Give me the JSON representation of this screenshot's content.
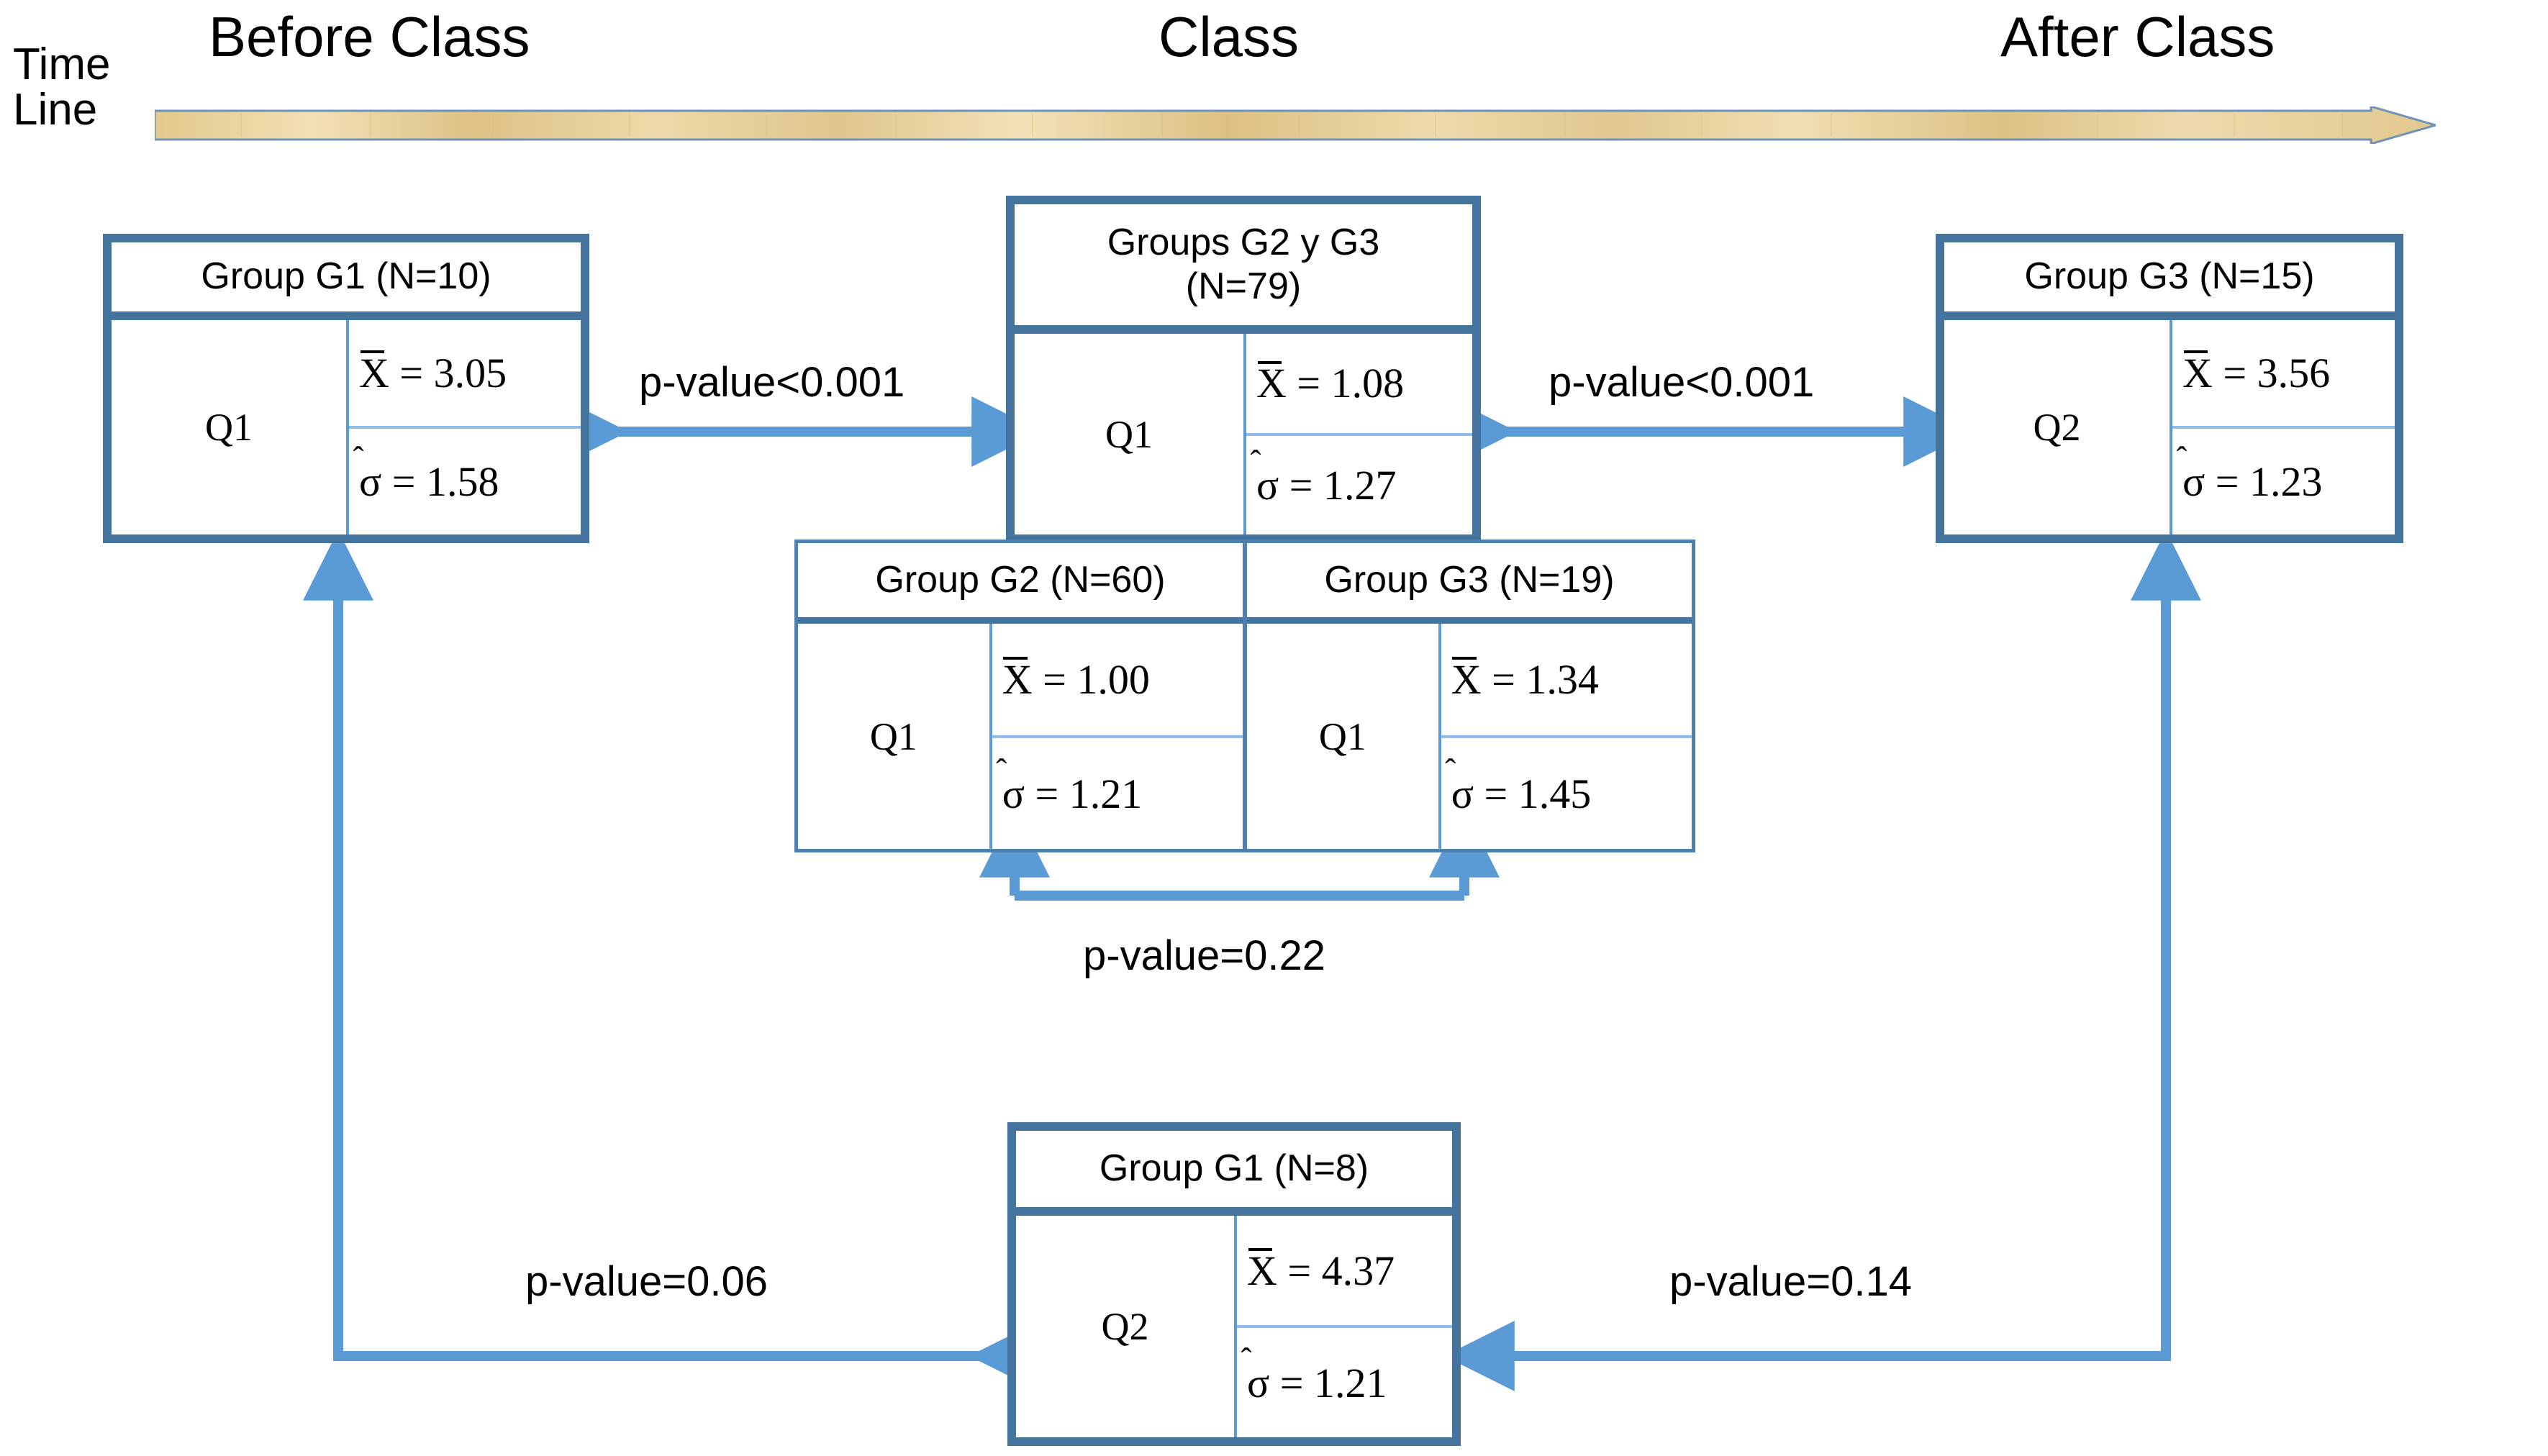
{
  "timeline": {
    "row_label_line1": "Time",
    "row_label_line2": "Line",
    "phases": [
      "Before Class",
      "Class",
      "After Class"
    ],
    "bar_color": "#e8cf96",
    "bar_border_color": "#6f93b8"
  },
  "theme": {
    "box_border": "#44739e",
    "sub_box_border": "#4f7fac",
    "arrow_color": "#5b9bd5",
    "divider_color": "#5b9bd5"
  },
  "boxes": {
    "g1_before": {
      "title": "Group G1 (N=10)",
      "quarter": "Q1",
      "mean_label": "X",
      "mean": "= 3.05",
      "sd_label": "σ",
      "sd": "= 1.58"
    },
    "g2g3_class": {
      "title": "Groups G2 y G3 (N=79)",
      "title_line1": "Groups G2 y G3",
      "title_line2": "(N=79)",
      "quarter": "Q1",
      "mean_label": "X",
      "mean": "= 1.08",
      "sd_label": "σ",
      "sd": "= 1.27"
    },
    "g3_after": {
      "title": "Group G3 (N=15)",
      "quarter": "Q2",
      "mean_label": "X",
      "mean": "= 3.56",
      "sd_label": "σ",
      "sd": "= 1.23"
    },
    "g2_class": {
      "title": "Group G2 (N=60)",
      "quarter": "Q1",
      "mean_label": "X",
      "mean": "= 1.00",
      "sd_label": "σ",
      "sd": "= 1.21"
    },
    "g3_class": {
      "title": "Group G3 (N=19)",
      "quarter": "Q1",
      "mean_label": "X",
      "mean": "= 1.34",
      "sd_label": "σ",
      "sd": "= 1.45"
    },
    "g1_after": {
      "title": "Group G1 (N=8)",
      "quarter": "Q2",
      "mean_label": "X",
      "mean": "= 4.37",
      "sd_label": "σ",
      "sd": "= 1.21"
    }
  },
  "comparisons": {
    "g1before_vs_class": "p-value<0.001",
    "class_vs_g3after": "p-value<0.001",
    "g2_vs_g3_class": "p-value=0.22",
    "g1before_vs_g1after": "p-value=0.06",
    "g3after_vs_g1after": "p-value=0.14"
  }
}
